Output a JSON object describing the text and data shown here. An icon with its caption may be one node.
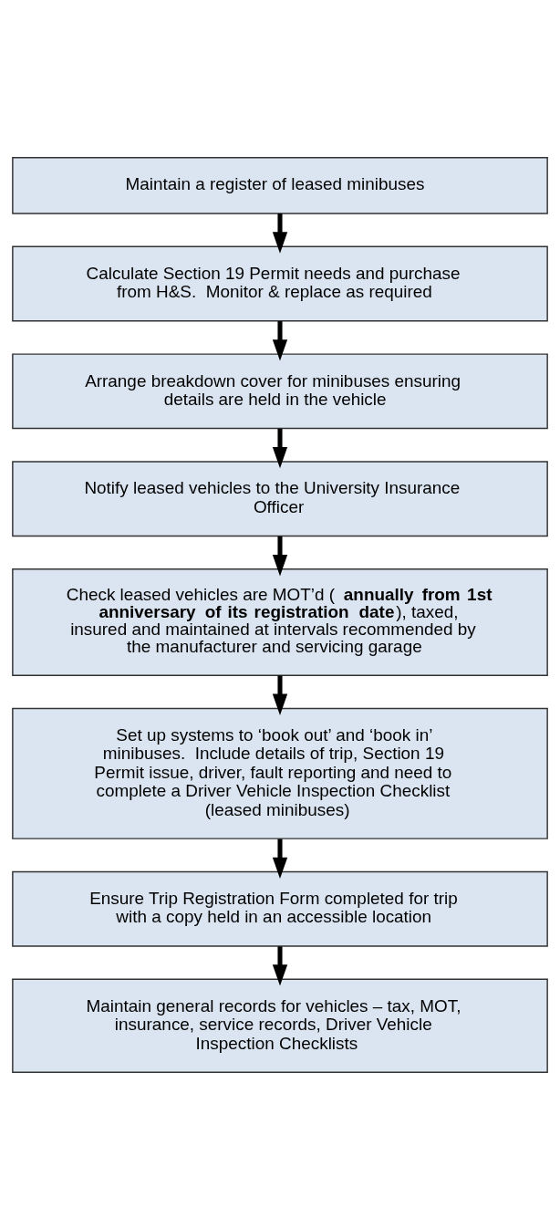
{
  "diagram": {
    "nodes": [
      {
        "text": [
          "Maintain a register of leased minibuses"
        ]
      },
      {
        "text": [
          "Calculate Section 19 Permit needs and purchase from H&S.  Monitor & replace as required"
        ]
      },
      {
        "text": [
          "Arrange breakdown cover for minibuses ensuring details are held in the vehicle"
        ]
      },
      {
        "text": [
          "Notify leased vehicles to the University Insurance Officer"
        ]
      },
      {
        "text": [
          "Check leased vehicles are MOT’d (**annually from 1st anniversary of its registration date**), taxed, insured and maintained at intervals recommended by the manufacturer and servicing garage"
        ]
      },
      {
        "text": [
          "Set up systems to ‘book out’ and ‘book in’ minibuses.  Include details of trip, Section 19 Permit issue, driver, fault reporting and need to complete a Driver Vehicle Inspection Checklist (leased minibuses)"
        ]
      },
      {
        "text": [
          "Ensure Trip Registration Form completed for trip with a copy held in an accessible location"
        ]
      },
      {
        "text": [
          "Maintain general records for vehicles – tax, MOT, insurance, service records, Driver Vehicle Inspection Checklists"
        ]
      }
    ],
    "edges": [
      {
        "from": 0,
        "to": 1,
        "arrow": "to"
      },
      {
        "from": 1,
        "to": 2,
        "arrow": "to"
      },
      {
        "from": 2,
        "to": 3,
        "arrow": "to"
      },
      {
        "from": 3,
        "to": 4,
        "arrow": "to"
      },
      {
        "from": 4,
        "to": 5,
        "arrow": "to"
      },
      {
        "from": 5,
        "to": 6,
        "arrow": "to"
      },
      {
        "from": 6,
        "to": 7,
        "arrow": "to"
      }
    ]
  }
}
